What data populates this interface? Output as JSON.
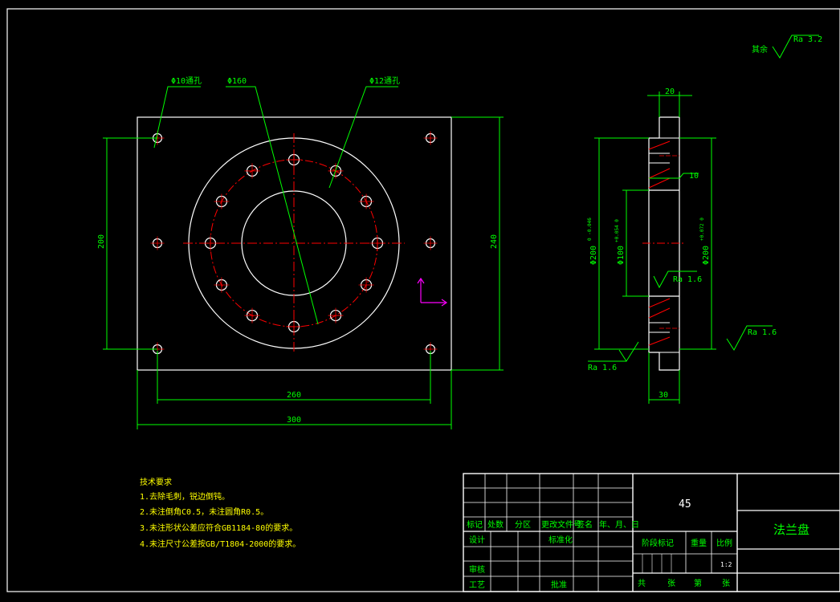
{
  "dimensions": {
    "plate_hole_callout": "Φ10通孔",
    "bolt_circle_callout": "Φ160",
    "flange_hole_callout": "Φ12通孔",
    "plate_height": "200",
    "outer_height": "240",
    "hole_spacing": "260",
    "plate_width": "300",
    "side_top": "20",
    "side_bottom": "30",
    "side_depth": "10",
    "side_dia_outer": "Φ200",
    "side_dia_outer_tol": "0 -0.046",
    "side_dia_inner": "Φ100",
    "side_dia_inner_tol": "+0.054 0",
    "side_dia_right": "Φ200",
    "side_dia_right_tol": "+0.072 0"
  },
  "roughness": {
    "ra_16_inner": "Ra 1.6",
    "ra_16_left": "Ra 1.6",
    "ra_16_right": "Ra 1.6",
    "rest_label": "其余",
    "rest_value": "Ra 3.2"
  },
  "notes": {
    "title": "技术要求",
    "items": [
      "1.去除毛刺，锐边倒钝。",
      "2.未注倒角C0.5，未注圆角R0.5。",
      "3.未注形状公差应符合GB1184-80的要求。",
      "4.未注尺寸公差按GB/T1804-2000的要求。"
    ]
  },
  "title_block": {
    "row_labels": [
      "标记",
      "处数",
      "分区",
      "更改文件号",
      "签名",
      "年、月、日"
    ],
    "design": "设计",
    "standard": "标准化",
    "review": "审核",
    "process": "工艺",
    "approve": "批准",
    "material": "45",
    "stage_mark": "阶段标记",
    "weight": "重量",
    "scale_label": "比例",
    "scale_value": "1:2",
    "total": "共",
    "sheets": "张",
    "sheet_no": "第",
    "sheets2": "张",
    "drawing_title": "法兰盘"
  },
  "colors": {
    "background": "#000000",
    "outline": "#ffffff",
    "dimension": "#00ff00",
    "centerline": "#ff0000",
    "hatch": "#ff0000",
    "annotation": "#ffff00",
    "ucs": "#ff00ff"
  }
}
